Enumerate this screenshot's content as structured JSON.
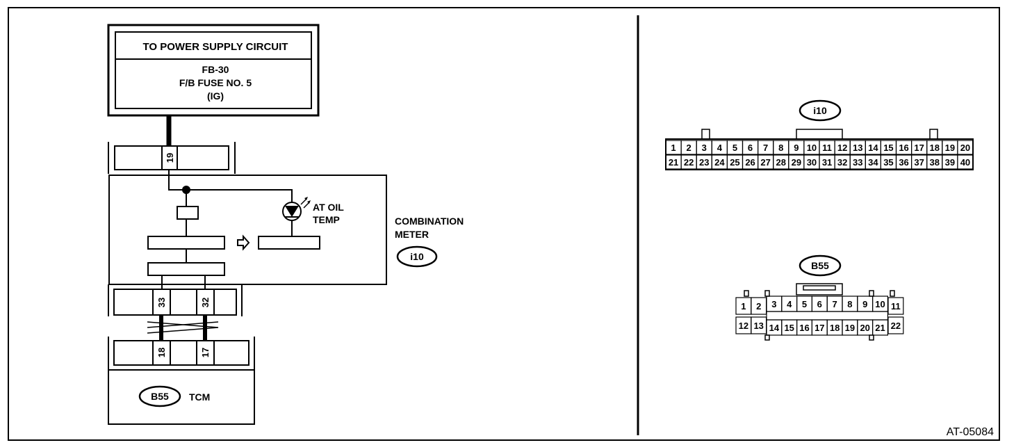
{
  "power_box": {
    "title": "TO POWER SUPPLY CIRCUIT",
    "line1": "FB-30",
    "line2": "F/B FUSE NO. 5",
    "line3": "(IG)"
  },
  "meter": {
    "pin_top": "19",
    "lamp_label_1": "AT OIL",
    "lamp_label_2": "TEMP",
    "name_1": "COMBINATION",
    "name_2": "METER",
    "connector_tag": "i10",
    "pin_a": "33",
    "pin_b": "32"
  },
  "tcm": {
    "pin_a": "18",
    "pin_b": "17",
    "connector_tag": "B55",
    "name": "TCM"
  },
  "connector_i10": {
    "tag": "i10",
    "row1": [
      "1",
      "2",
      "3",
      "4",
      "5",
      "6",
      "7",
      "8",
      "9",
      "10",
      "11",
      "12",
      "13",
      "14",
      "15",
      "16",
      "17",
      "18",
      "19",
      "20"
    ],
    "row2": [
      "21",
      "22",
      "23",
      "24",
      "25",
      "26",
      "27",
      "28",
      "29",
      "30",
      "31",
      "32",
      "33",
      "34",
      "35",
      "36",
      "37",
      "38",
      "39",
      "40"
    ]
  },
  "connector_b55": {
    "tag": "B55",
    "row1": [
      "1",
      "2",
      "3",
      "4",
      "5",
      "6",
      "7",
      "8",
      "9",
      "10",
      "11"
    ],
    "row2": [
      "12",
      "13",
      "14",
      "15",
      "16",
      "17",
      "18",
      "19",
      "20",
      "21",
      "22"
    ]
  },
  "figure_id": "AT-05084"
}
